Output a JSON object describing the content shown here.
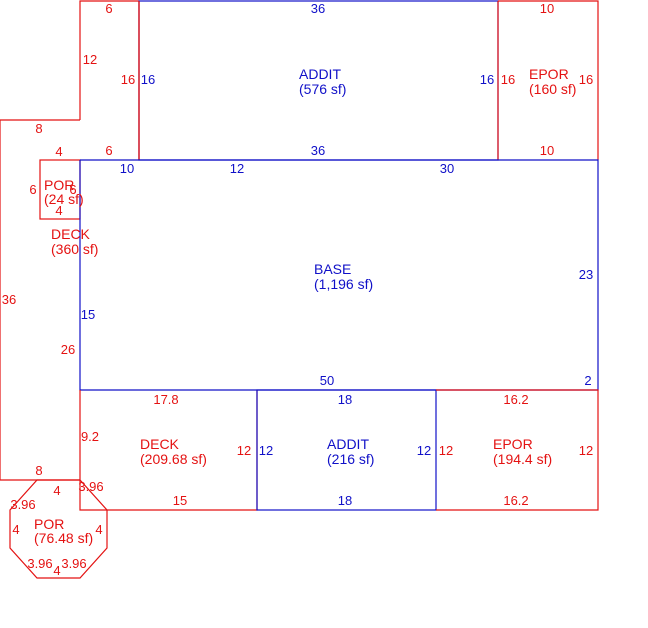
{
  "colors": {
    "red": "#e41212",
    "blue": "#1010c8",
    "background": "#ffffff"
  },
  "areas": {
    "addit_top": {
      "name": "ADDIT",
      "size": "(576 sf)"
    },
    "epor_top": {
      "name": "EPOR",
      "size": "(160 sf)"
    },
    "base": {
      "name": "BASE",
      "size": "(1,196 sf)"
    },
    "por_small": {
      "name": "POR",
      "size": "(24 sf)"
    },
    "deck_left": {
      "name": "DECK",
      "size": "(360 sf)"
    },
    "deck_bottom": {
      "name": "DECK",
      "size": "(209.68 sf)"
    },
    "addit_bottom": {
      "name": "ADDIT",
      "size": "(216 sf)"
    },
    "epor_bottom": {
      "name": "EPOR",
      "size": "(194.4 sf)"
    },
    "por_octagon": {
      "name": "POR",
      "size": "(76.48 sf)"
    }
  },
  "dimensions": {
    "top_strip_top": "6",
    "top_strip_side": "12",
    "top_strip_inner": "16",
    "top_strip_bottom": "6",
    "addit_top_top": "36",
    "addit_top_left": "16",
    "addit_top_right": "16",
    "addit_top_bottom": "36",
    "epor_top_top": "10",
    "epor_top_left": "16",
    "epor_top_right": "16",
    "epor_top_bottom": "10",
    "deck_left_top": "8",
    "deck_left_side": "36",
    "deck_left_inner": "26",
    "deck_left_bottom": "8",
    "por_small_top": "4",
    "por_small_left": "6",
    "por_small_right": "6",
    "por_small_bottom": "4",
    "base_top_a": "10",
    "base_top_b": "12",
    "base_top_c": "30",
    "base_right": "23",
    "base_left": "15",
    "base_bottom": "50",
    "base_step": "2",
    "deck_bottom_top": "17.8",
    "deck_bottom_left": "9.2",
    "deck_bottom_right": "12",
    "deck_bottom_bottom": "15",
    "addit_bottom_top": "18",
    "addit_bottom_left": "12",
    "addit_bottom_right": "12",
    "addit_bottom_bottom": "18",
    "epor_bottom_top": "16.2",
    "epor_bottom_left": "12",
    "epor_bottom_right": "12",
    "epor_bottom_bottom": "16.2",
    "oct_top": "4",
    "oct_top_right": "3.96",
    "oct_top_left": "3.96",
    "oct_left": "4",
    "oct_right": "4",
    "oct_bottom_left": "3.96",
    "oct_bottom": "4",
    "oct_bottom_right": "3.96"
  }
}
